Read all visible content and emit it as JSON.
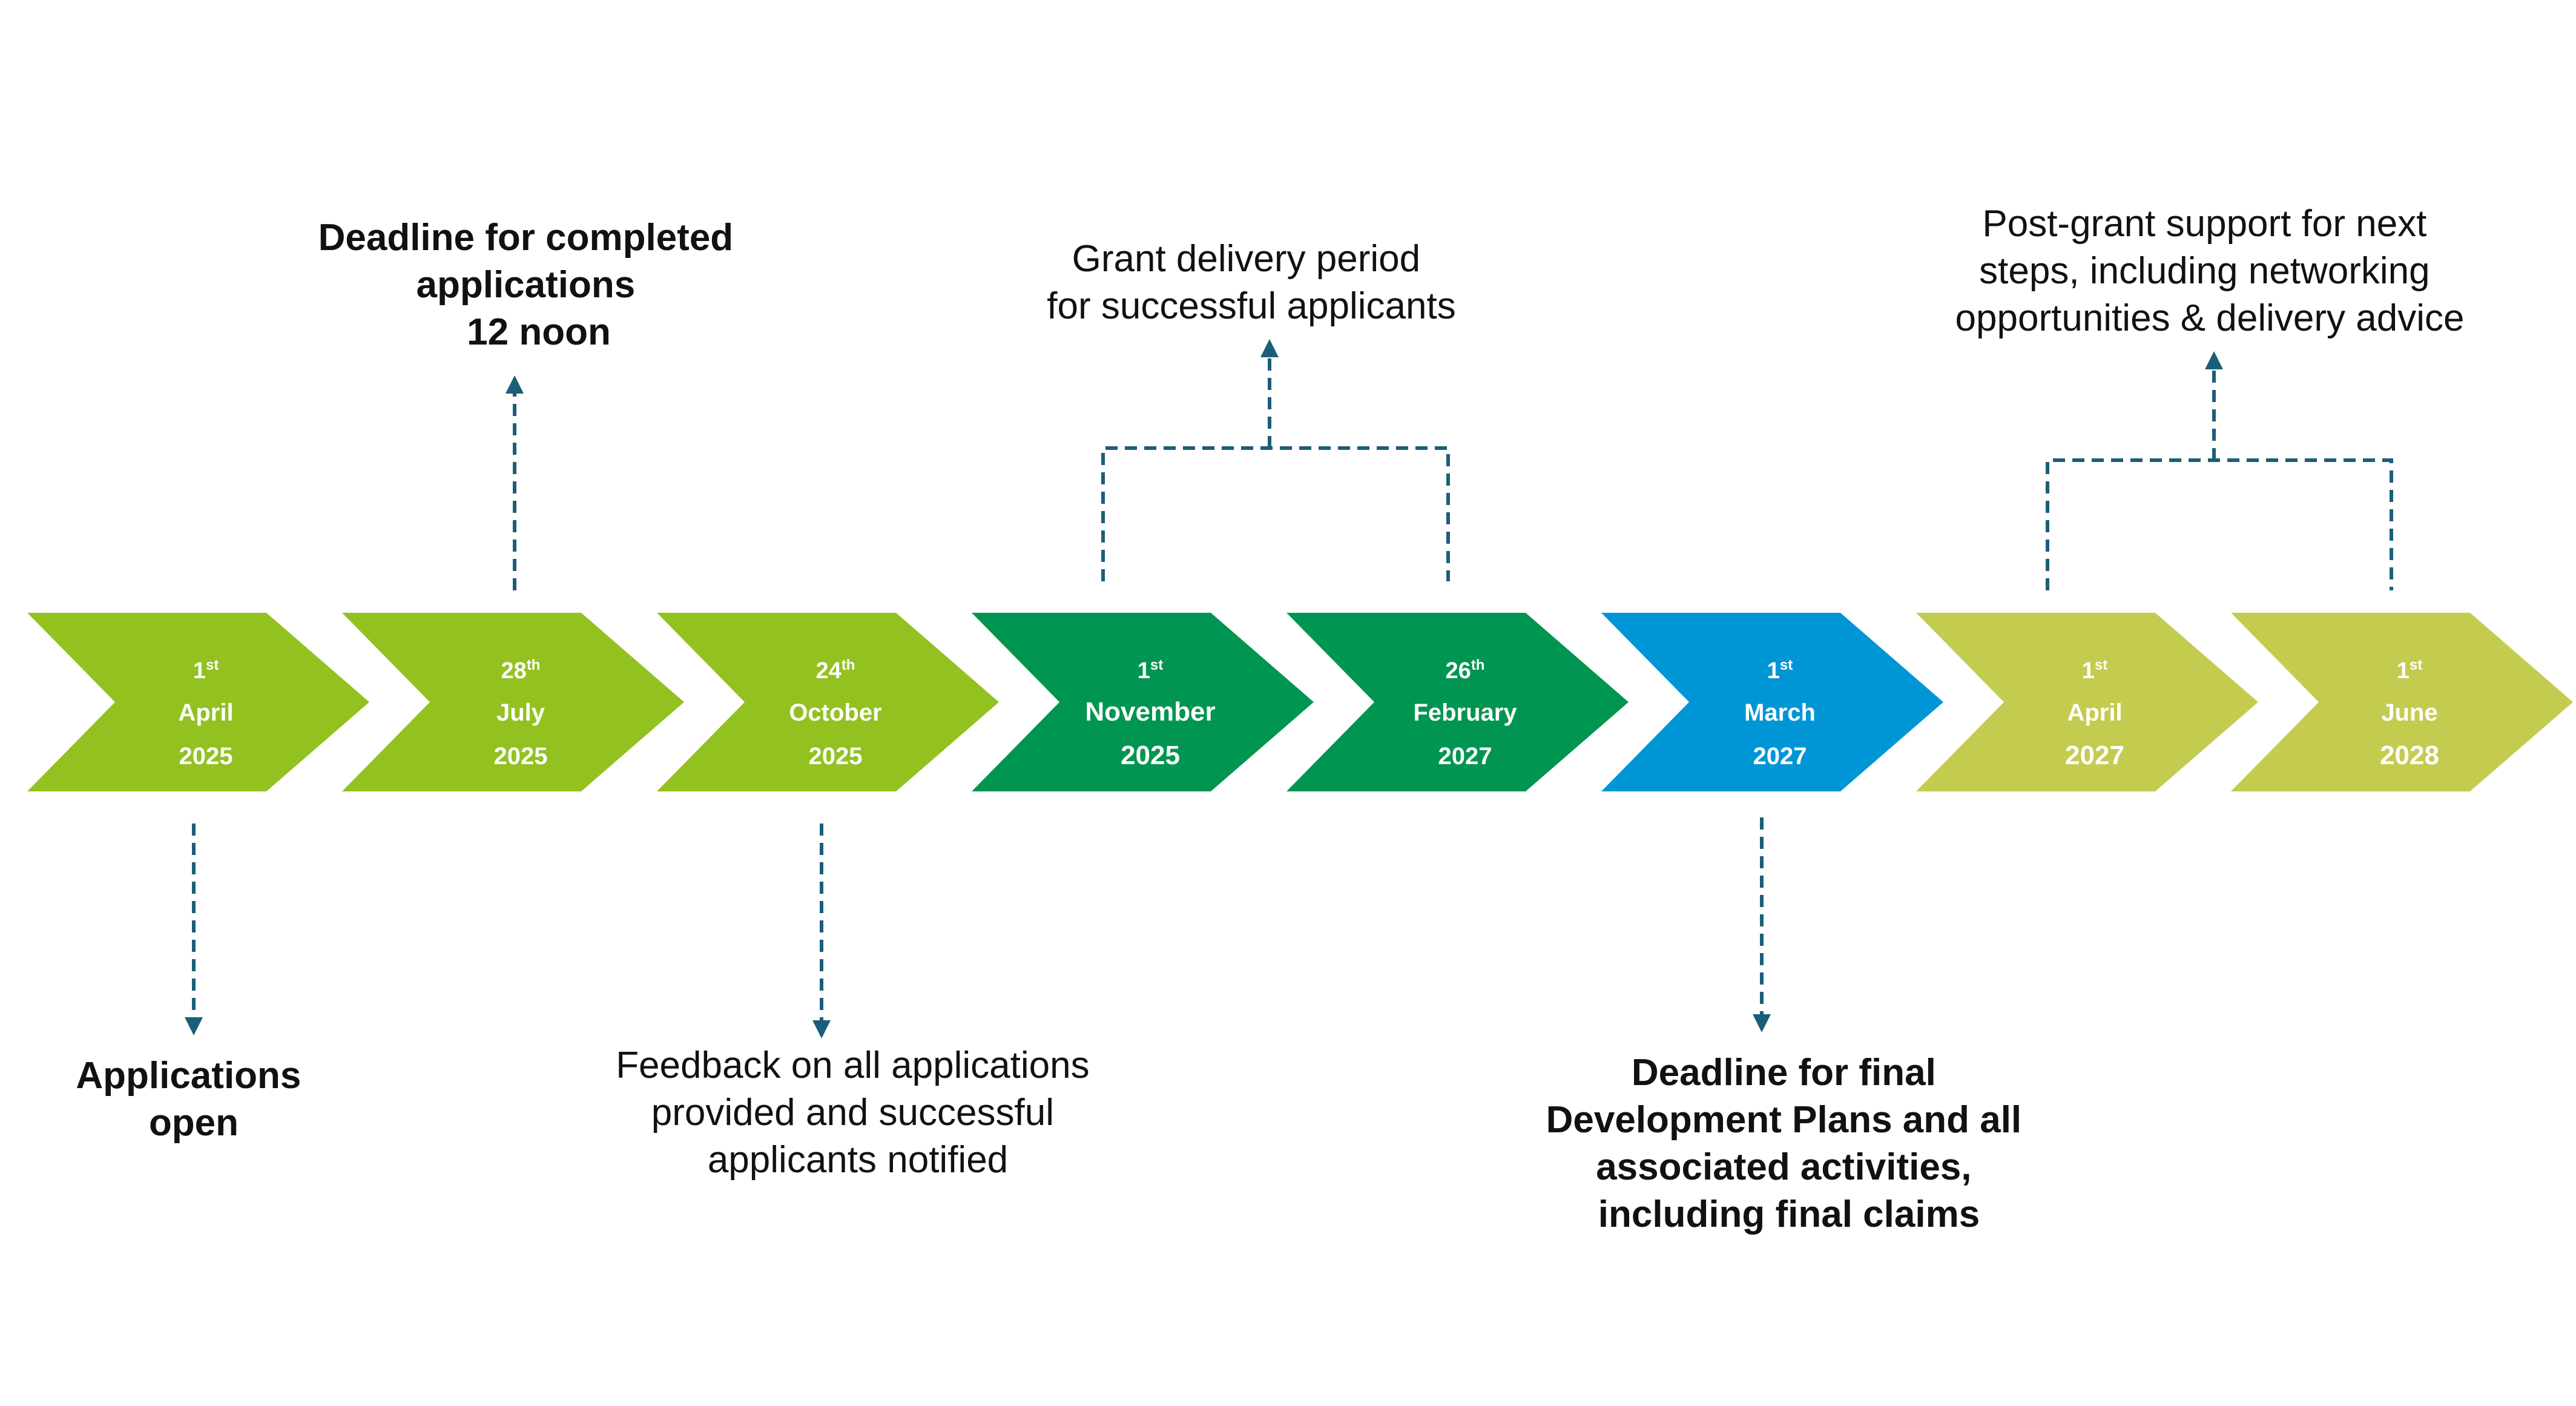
{
  "colors": {
    "lime": "#93c120",
    "green": "#009550",
    "blue": "#0096d6",
    "pale_lime": "#c3cc4e",
    "connector": "#1b5e7a"
  },
  "milestones": [
    {
      "day": "1",
      "suffix": "st",
      "month": "April",
      "year": "2025",
      "color": "lime"
    },
    {
      "day": "28",
      "suffix": "th",
      "month": "July",
      "year": "2025",
      "color": "lime"
    },
    {
      "day": "24",
      "suffix": "th",
      "month": "October",
      "year": "2025",
      "color": "lime"
    },
    {
      "day": "1",
      "suffix": "st",
      "month": "November",
      "year": "2025",
      "color": "green"
    },
    {
      "day": "26",
      "suffix": "th",
      "month": "February",
      "year": "2027",
      "color": "green"
    },
    {
      "day": "1",
      "suffix": "st",
      "month": "March",
      "year": "2027",
      "color": "blue"
    },
    {
      "day": "1",
      "suffix": "st",
      "month": "April",
      "year": "2027",
      "color": "pale_lime"
    },
    {
      "day": "1",
      "suffix": "st",
      "month": "June",
      "year": "2028",
      "color": "pale_lime"
    }
  ],
  "notes": {
    "applications_open": [
      "Applications",
      "open"
    ],
    "deadline_completed": [
      "Deadline for completed",
      "applications",
      "12 noon"
    ],
    "feedback": [
      "Feedback on all applications",
      "provided and successful",
      "applicants notified"
    ],
    "grant_delivery": [
      "Grant delivery period",
      "for successful applicants"
    ],
    "deadline_final": [
      "Deadline for final",
      "Development Plans and all",
      "associated activities,",
      "including final claims"
    ],
    "post_grant": [
      "Post-grant support for next",
      "steps, including networking",
      "opportunities & delivery advice"
    ]
  }
}
